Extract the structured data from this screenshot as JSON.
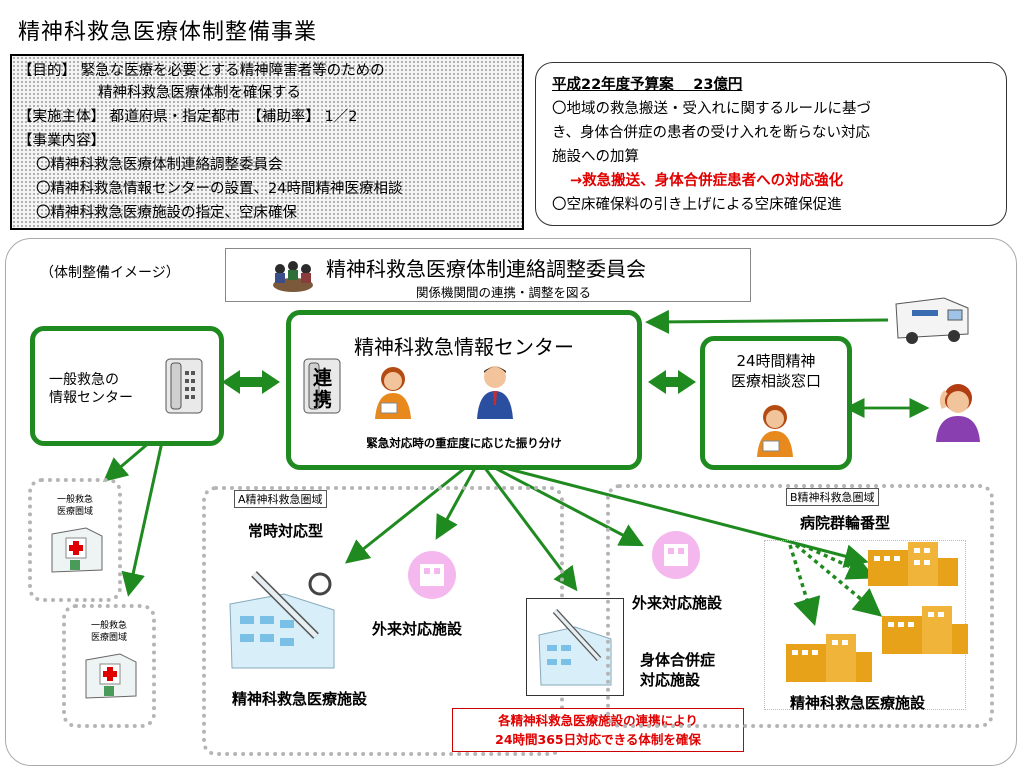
{
  "title": "精神科救急医療体制整備事業",
  "purpose_box": {
    "line1": "【目的】 緊急な医療を必要とする精神障害者等のための",
    "line2": "精神科救急医療体制を確保する",
    "line3": "【実施主体】 都道府県・指定都市　【補助率】 1／2",
    "line4": "【事業内容】",
    "line5": "〇精神科救急医療体制連絡調整委員会",
    "line6": "〇精神科救急情報センターの設置、24時間精神医療相談",
    "line7": "〇精神科救急医療施設の指定、空床確保"
  },
  "budget_box": {
    "heading": "平成22年度予算案　 23億円",
    "line1": "〇地域の救急搬送・受入れに関するルールに基づ",
    "line2": "き、身体合併症の患者の受け入れを断らない対応",
    "line3": "施設への加算",
    "arrow_text": "→救急搬送、身体合併症患者への対応強化",
    "line4": "〇空床確保料の引き上げによる空床確保促進"
  },
  "diagram": {
    "image_label": "（体制整備イメージ）",
    "committee_title": "精神科救急医療体制連絡調整委員会",
    "committee_sub": "関係機関間の連携・調整を図る",
    "info_center_title": "精神科救急情報センター",
    "renkei": "連携",
    "info_center_caption": "緊急対応時の重症度に応じた振り分け",
    "general_center": "一般救急の\n情報センター",
    "consult_desk": "24時間精神\n医療相談窓口",
    "general_area_1": "一般救急\n医療圏域",
    "general_area_2": "一般救急\n医療圏域",
    "area_a_tag": "A精神科救急圏域",
    "area_a_type": "常時対応型",
    "area_a_outpatient": "外来対応施設",
    "area_a_facility": "精神科救急医療施設",
    "physical_facility": "身体合併症\n対応施設",
    "area_b_tag": "B精神科救急圏域",
    "area_b_type": "病院群輪番型",
    "area_b_outpatient": "外来対応施設",
    "area_b_facility": "精神科救急医療施設",
    "bottom_note_1": "各精神科救急医療施設の連携により",
    "bottom_note_2": "24時間365日対応できる体制を確保"
  },
  "colors": {
    "green": "#1f8a1f",
    "red": "#e00000",
    "pink": "#f0a6e6",
    "gold": "#e8a21a"
  }
}
